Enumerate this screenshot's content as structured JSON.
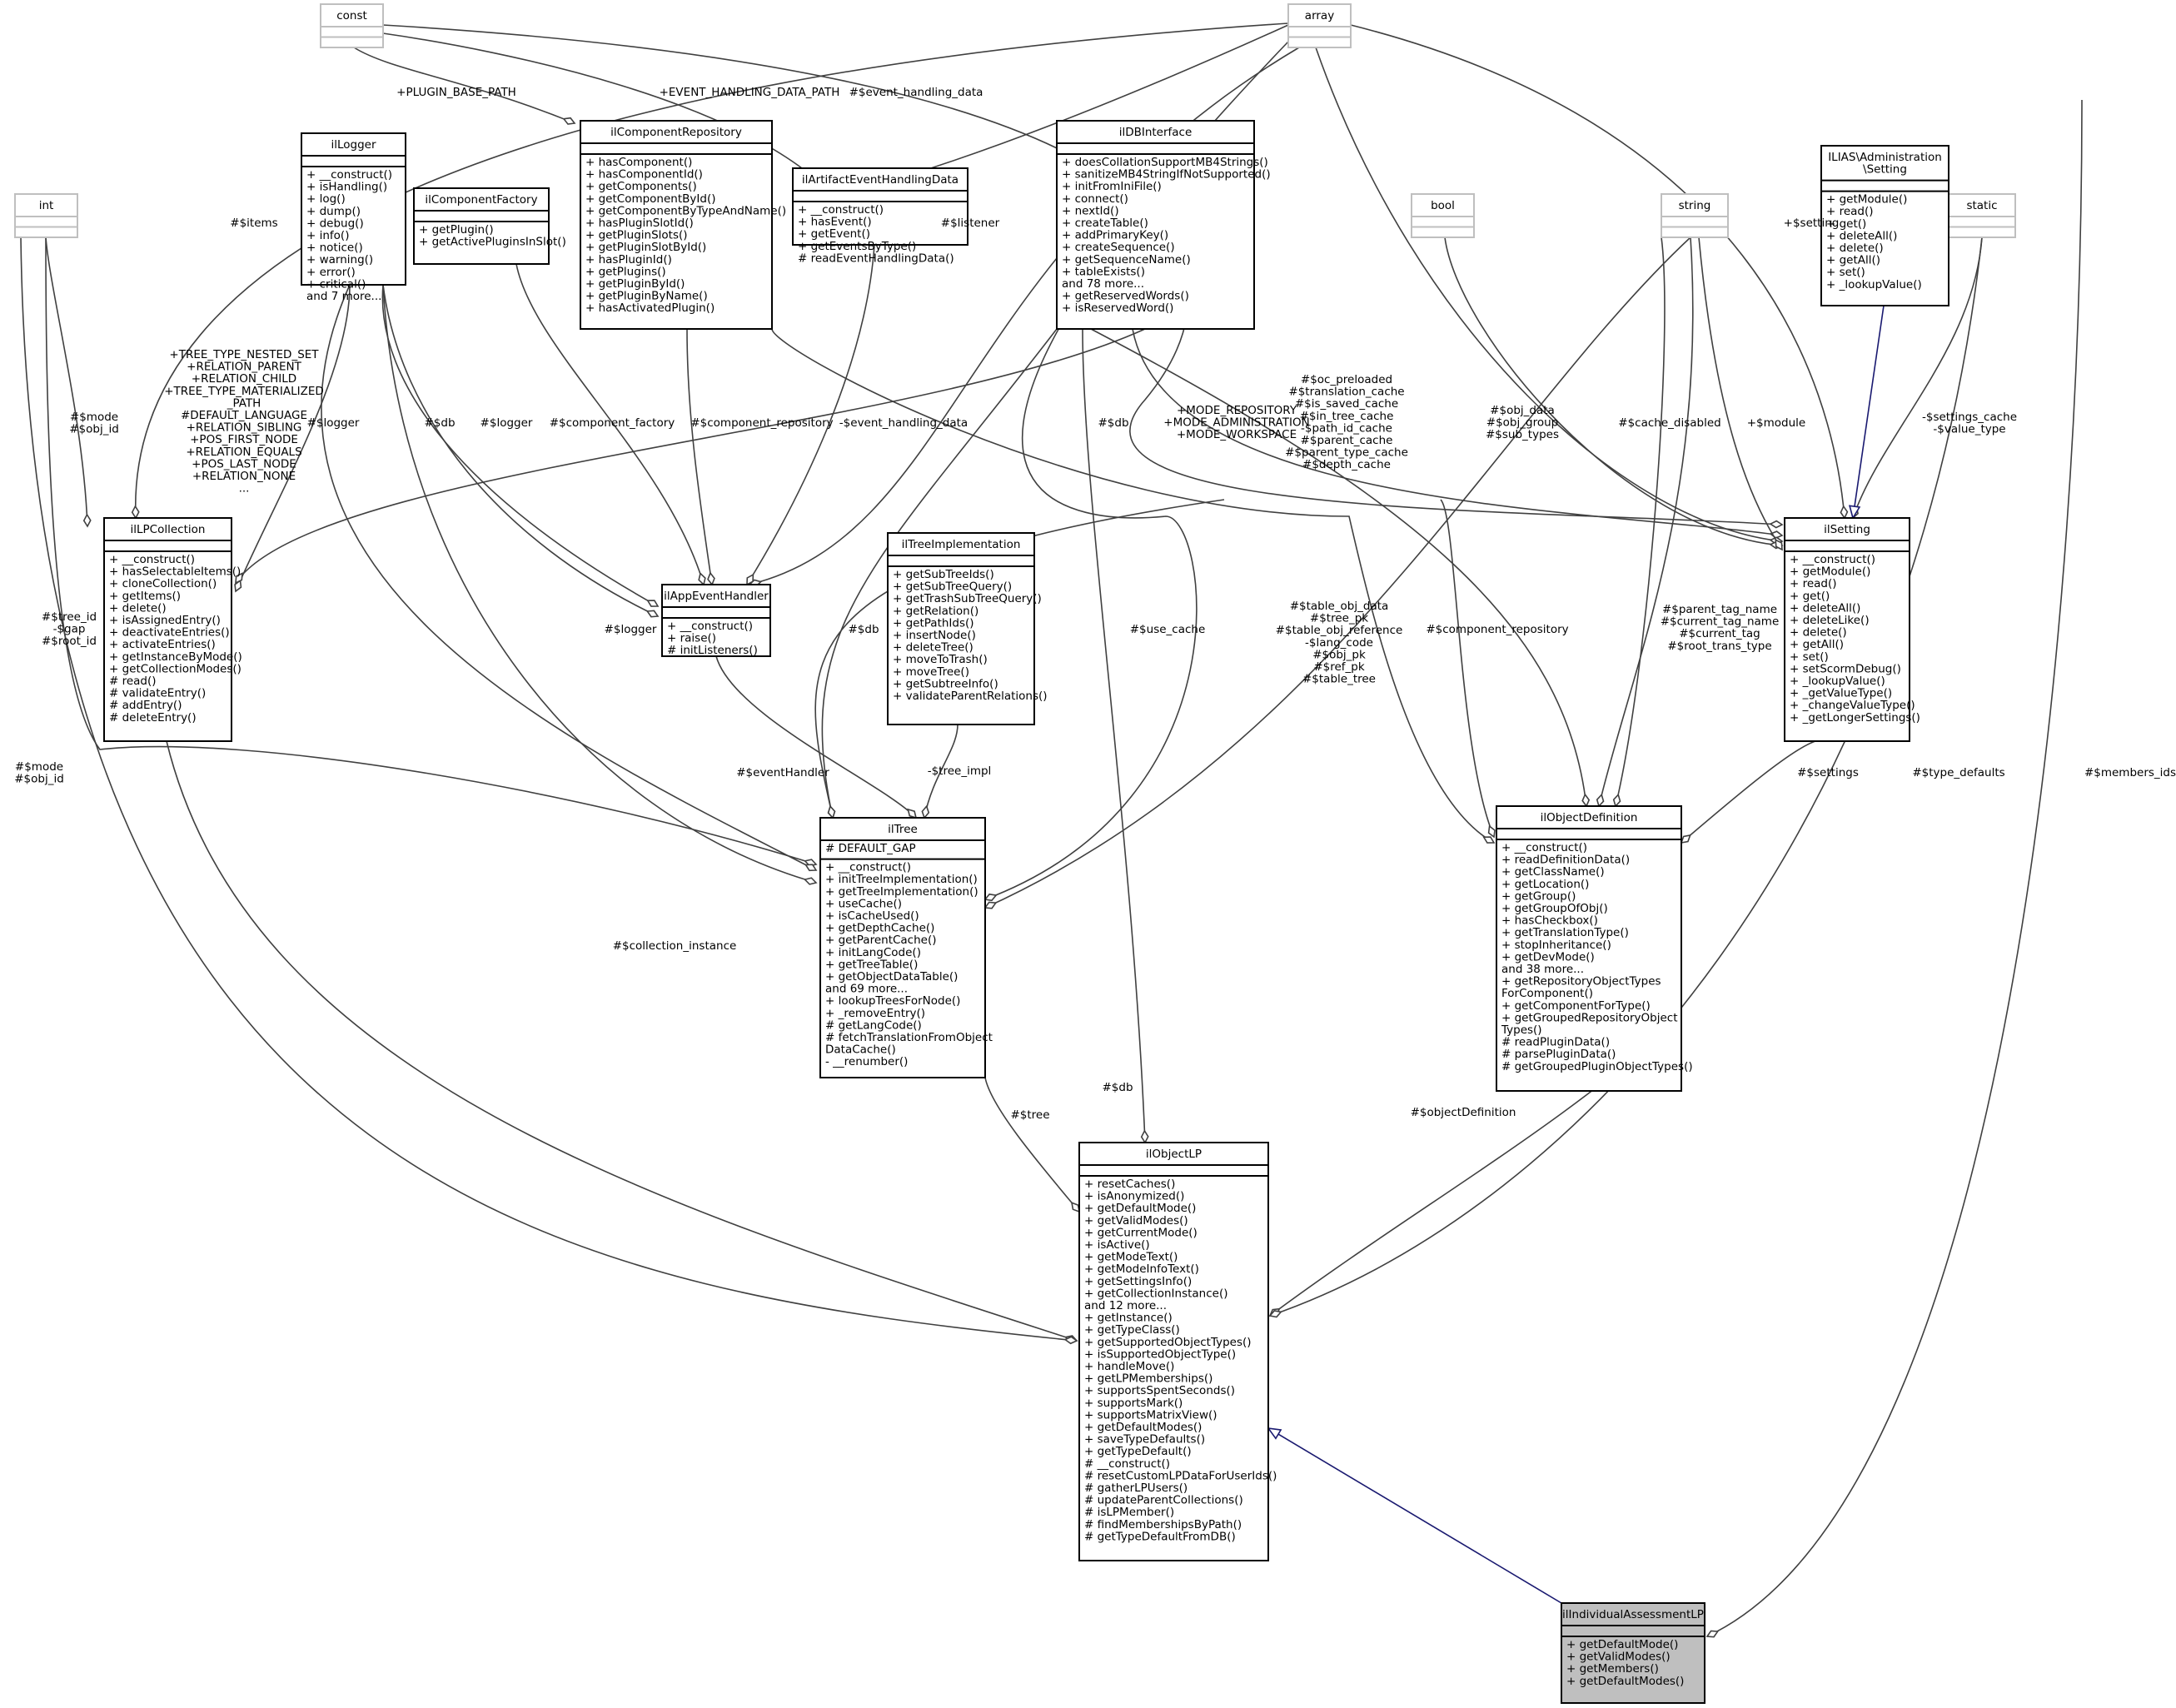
{
  "classes": {
    "const": {
      "name": "const",
      "attrs": [],
      "methods": []
    },
    "array": {
      "name": "array",
      "attrs": [],
      "methods": []
    },
    "int": {
      "name": "int",
      "attrs": [],
      "methods": []
    },
    "bool": {
      "name": "bool",
      "attrs": [],
      "methods": []
    },
    "string": {
      "name": "string",
      "attrs": [],
      "methods": []
    },
    "static": {
      "name": "static",
      "attrs": [],
      "methods": []
    },
    "ilLogger": {
      "name": "ilLogger",
      "attrs": [],
      "methods": [
        "+ __construct()",
        "+ isHandling()",
        "+ log()",
        "+ dump()",
        "+ debug()",
        "+ info()",
        "+ notice()",
        "+ warning()",
        "+ error()",
        "+ critical()",
        "and 7 more..."
      ]
    },
    "ilComponentFactory": {
      "name": "ilComponentFactory",
      "attrs": [],
      "methods": [
        "+ getPlugin()",
        "+ getActivePluginsInSlot()"
      ]
    },
    "ilComponentRepository": {
      "name": "ilComponentRepository",
      "attrs": [],
      "methods": [
        "+ hasComponent()",
        "+ hasComponentId()",
        "+ getComponents()",
        "+ getComponentById()",
        "+ getComponentByTypeAndName()",
        "+ hasPluginSlotId()",
        "+ getPluginSlots()",
        "+ getPluginSlotById()",
        "+ hasPluginId()",
        "+ getPlugins()",
        "+ getPluginById()",
        "+ getPluginByName()",
        "+ hasActivatedPlugin()"
      ]
    },
    "ilArtifactEventHandlingData": {
      "name": "ilArtifactEventHandlingData",
      "attrs": [],
      "methods": [
        "+ __construct()",
        "+ hasEvent()",
        "+ getEvent()",
        "+ getEventsByType()",
        "# readEventHandlingData()"
      ]
    },
    "ilDBInterface": {
      "name": "ilDBInterface",
      "attrs": [],
      "methods": [
        "+ doesCollationSupportMB4Strings()",
        "+ sanitizeMB4StringIfNotSupported()",
        "+ initFromIniFile()",
        "+ connect()",
        "+ nextId()",
        "+ createTable()",
        "+ addPrimaryKey()",
        "+ createSequence()",
        "+ getSequenceName()",
        "+ tableExists()",
        "and 78 more...",
        "+ getReservedWords()",
        "+ isReservedWord()"
      ]
    },
    "ILIASSetting": {
      "name": "ILIAS\\Administration\n\\Setting",
      "attrs": [],
      "methods": [
        "+ getModule()",
        "+ read()",
        "+ get()",
        "+ deleteAll()",
        "+ delete()",
        "+ getAll()",
        "+ set()",
        "+ _lookupValue()"
      ]
    },
    "ilLPCollection": {
      "name": "ilLPCollection",
      "attrs": [],
      "methods": [
        "+ __construct()",
        "+ hasSelectableItems()",
        "+ cloneCollection()",
        "+ getItems()",
        "+ delete()",
        "+ isAssignedEntry()",
        "+ deactivateEntries()",
        "+ activateEntries()",
        "+ getInstanceByMode()",
        "+ getCollectionModes()",
        "# read()",
        "# validateEntry()",
        "# addEntry()",
        "# deleteEntry()"
      ]
    },
    "ilAppEventHandler": {
      "name": "ilAppEventHandler",
      "attrs": [],
      "methods": [
        "+ __construct()",
        "+ raise()",
        "# initListeners()"
      ]
    },
    "ilTreeImplementation": {
      "name": "ilTreeImplementation",
      "attrs": [],
      "methods": [
        "+ getSubTreeIds()",
        "+ getSubTreeQuery()",
        "+ getTrashSubTreeQuery()",
        "+ getRelation()",
        "+ getPathIds()",
        "+ insertNode()",
        "+ deleteTree()",
        "+ moveToTrash()",
        "+ moveTree()",
        "+ getSubtreeInfo()",
        "+ validateParentRelations()"
      ]
    },
    "ilSetting": {
      "name": "ilSetting",
      "attrs": [],
      "methods": [
        "+ __construct()",
        "+ getModule()",
        "+ read()",
        "+ get()",
        "+ deleteAll()",
        "+ deleteLike()",
        "+ delete()",
        "+ getAll()",
        "+ set()",
        "+ setScormDebug()",
        "+ _lookupValue()",
        "+ _getValueType()",
        "+ _changeValueType()",
        "+ _getLongerSettings()"
      ]
    },
    "ilTree": {
      "name": "ilTree",
      "attrs": [
        "# DEFAULT_GAP"
      ],
      "methods": [
        "+ __construct()",
        "+ initTreeImplementation()",
        "+ getTreeImplementation()",
        "+ useCache()",
        "+ isCacheUsed()",
        "+ getDepthCache()",
        "+ getParentCache()",
        "+ initLangCode()",
        "+ getTreeTable()",
        "+ getObjectDataTable()",
        "and 69 more...",
        "+ lookupTreesForNode()",
        "+ _removeEntry()",
        "# getLangCode()",
        "# fetchTranslationFromObject",
        "DataCache()",
        "- __renumber()"
      ]
    },
    "ilObjectDefinition": {
      "name": "ilObjectDefinition",
      "attrs": [],
      "methods": [
        "+ __construct()",
        "+ readDefinitionData()",
        "+ getClassName()",
        "+ getLocation()",
        "+ getGroup()",
        "+ getGroupOfObj()",
        "+ hasCheckbox()",
        "+ getTranslationType()",
        "+ stopInheritance()",
        "+ getDevMode()",
        "and 38 more...",
        "+ getRepositoryObjectTypes",
        "ForComponent()",
        "+ getComponentForType()",
        "+ getGroupedRepositoryObject",
        "Types()",
        "# readPluginData()",
        "# parsePluginData()",
        "# getGroupedPluginObjectTypes()"
      ]
    },
    "ilObjectLP": {
      "name": "ilObjectLP",
      "attrs": [],
      "methods": [
        "+ resetCaches()",
        "+ isAnonymized()",
        "+ getDefaultMode()",
        "+ getValidModes()",
        "+ getCurrentMode()",
        "+ isActive()",
        "+ getModeText()",
        "+ getModeInfoText()",
        "+ getSettingsInfo()",
        "+ getCollectionInstance()",
        "and 12 more...",
        "+ getInstance()",
        "+ getTypeClass()",
        "+ getSupportedObjectTypes()",
        "+ isSupportedObjectType()",
        "+ handleMove()",
        "+ getLPMemberships()",
        "+ supportsSpentSeconds()",
        "+ supportsMark()",
        "+ supportsMatrixView()",
        "+ getDefaultModes()",
        "+ saveTypeDefaults()",
        "+ getTypeDefault()",
        "# __construct()",
        "# resetCustomLPDataForUserIds()",
        "# gatherLPUsers()",
        "# updateParentCollections()",
        "# isLPMember()",
        "# findMembershipsByPath()",
        "# getTypeDefaultFromDB()"
      ]
    },
    "ilIndividualAssessmentLP": {
      "name": "ilIndividualAssessmentLP",
      "attrs": [],
      "methods": [
        "+ getDefaultMode()",
        "+ getValidModes()",
        "+ getMembers()",
        "+ getDefaultModes()"
      ]
    }
  },
  "edge_labels": {
    "plugin_base_path": [
      "+PLUGIN_BASE_PATH"
    ],
    "event_handling_data_path": [
      "+EVENT_HANDLING_DATA_PATH"
    ],
    "event_handling_data": [
      "#$event_handling_data"
    ],
    "items": [
      "#$items"
    ],
    "listener": [
      "#$listener"
    ],
    "tree_type_consts": [
      "+TREE_TYPE_NESTED_SET",
      "+RELATION_PARENT",
      "+RELATION_CHILD",
      "+TREE_TYPE_MATERIALIZED",
      "_PATH",
      "#DEFAULT_LANGUAGE",
      "+RELATION_SIBLING",
      "+POS_FIRST_NODE",
      "+RELATION_EQUALS",
      "+POS_LAST_NODE",
      "+RELATION_NONE",
      "..."
    ],
    "mode_obj_id_top": [
      "#$mode",
      "#$obj_id"
    ],
    "logger_lp": [
      "#$logger"
    ],
    "db_appevent": [
      "#$db"
    ],
    "logger_appevent": [
      "#$logger"
    ],
    "component_factory": [
      "#$component_factory"
    ],
    "component_repository_appevent": [
      "#$component_repository"
    ],
    "event_handling_data_private": [
      "-$event_handling_data"
    ],
    "mode_consts": [
      "+MODE_REPOSITORY",
      "+MODE_ADMINISTRATION",
      "+MODE_WORKSPACE"
    ],
    "db_setting": [
      "#$db"
    ],
    "oc_caches": [
      "#$oc_preloaded",
      "#$translation_cache",
      "#$is_saved_cache",
      "#$in_tree_cache",
      "-$path_id_cache",
      "#$parent_cache",
      "#$parent_type_cache",
      "#$depth_cache"
    ],
    "obj_data_group": [
      "#$obj_data",
      "#$obj_group",
      "#$sub_types"
    ],
    "cache_disabled": [
      "#$cache_disabled"
    ],
    "module": [
      "+$module"
    ],
    "setting": [
      "+$setting"
    ],
    "settings_cache": [
      "-$settings_cache",
      "-$value_type"
    ],
    "tree_ids": [
      "#$tree_id",
      "-$gap",
      "#$root_id"
    ],
    "logger_tree": [
      "#$logger"
    ],
    "db_tree": [
      "#$db"
    ],
    "use_cache": [
      "#$use_cache"
    ],
    "table_data": [
      "#$table_obj_data",
      "#$tree_pk",
      "#$table_obj_reference",
      "-$lang_code",
      "#$obj_pk",
      "#$ref_pk",
      "#$table_tree"
    ],
    "component_repository_def": [
      "#$component_repository"
    ],
    "tag_names": [
      "#$parent_tag_name",
      "#$current_tag_name",
      "#$current_tag",
      "#$root_trans_type"
    ],
    "mode_obj_id_left": [
      "#$mode",
      "#$obj_id"
    ],
    "event_handler": [
      "#$eventHandler"
    ],
    "tree_impl": [
      "-$tree_impl"
    ],
    "db_objlp": [
      "#$db"
    ],
    "settings": [
      "#$settings"
    ],
    "type_defaults": [
      "#$type_defaults"
    ],
    "members_ids": [
      "#$members_ids"
    ],
    "collection_instance": [
      "#$collection_instance"
    ],
    "tree": [
      "#$tree"
    ],
    "object_definition": [
      "#$objectDefinition"
    ]
  }
}
